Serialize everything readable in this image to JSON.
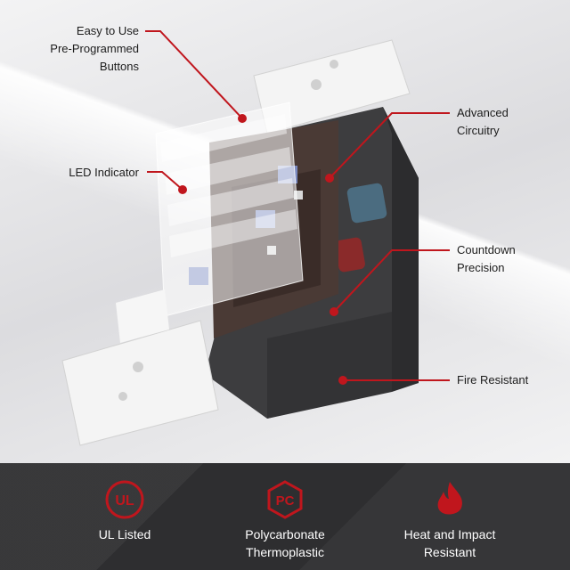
{
  "callouts": {
    "buttons_line1": "Easy to Use",
    "buttons_line2": "Pre-Programmed",
    "buttons_line3": "Buttons",
    "led": "LED Indicator",
    "circuitry_line1": "Advanced",
    "circuitry_line2": "Circuitry",
    "countdown_line1": "Countdown",
    "countdown_line2": "Precision",
    "fire": "Fire Resistant"
  },
  "features": [
    {
      "icon": "ul-listed-icon",
      "line1": "UL Listed",
      "line2": ""
    },
    {
      "icon": "pc-badge-icon",
      "line1": "Polycarbonate",
      "line2": "Thermoplastic"
    },
    {
      "icon": "flame-icon",
      "line1": "Heat and Impact",
      "line2": "Resistant"
    }
  ],
  "colors": {
    "accent_red": "#c0161d",
    "bottom_band": "#2e2e30",
    "device_body": "#3e3e40"
  }
}
